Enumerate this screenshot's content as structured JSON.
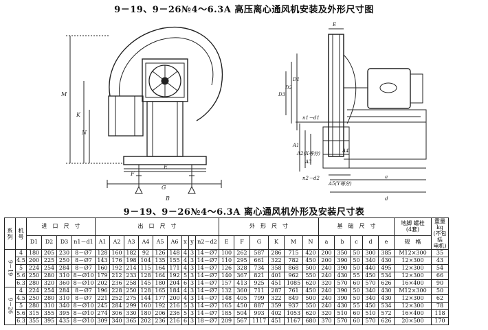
{
  "title_main": "9－19、9－26№4～6.3A 高压离心通风机安装及外形尺寸图",
  "title_table": "9－19、9－26№4～6.3A 离心通风机外形及安装尺寸表",
  "drawing_labels": {
    "front": [
      "M",
      "K",
      "N",
      "F",
      "E",
      "G",
      "B"
    ],
    "side": [
      "E",
      "D3",
      "D2",
      "D1",
      "n1－d1",
      "A1",
      "A2(X等分)",
      "A3",
      "n2－d2",
      "A5(Y等分)",
      "A4",
      "a",
      "d"
    ]
  },
  "table": {
    "head_series": [
      "系",
      "列"
    ],
    "head_no": [
      "机",
      "号"
    ],
    "group_inlet": "进　口　尺　寸",
    "group_outlet": "出　口　尺　寸",
    "group_outer": "外　形　尺　寸",
    "group_base": "基　础　尺　寸",
    "group_bolt": "地脚 螺栓",
    "group_bolt_sub": "(4套)",
    "group_weight": "重量 kg",
    "group_weight_sub": "(不包括",
    "group_weight_sub2": "电机)",
    "cols_inlet": [
      "D1",
      "D2",
      "D3",
      "n1－d1"
    ],
    "cols_outlet": [
      "A1",
      "A2",
      "A3",
      "A4",
      "A5",
      "A6",
      "x",
      "y",
      "n2－d2"
    ],
    "cols_outer": [
      "E",
      "F",
      "G",
      "K",
      "M",
      "N"
    ],
    "cols_base": [
      "a",
      "b",
      "c",
      "d",
      "e"
    ],
    "col_bolt": "规　格",
    "series": [
      {
        "name": "9－19",
        "rows": [
          [
            "4",
            "180",
            "205",
            "230",
            "8－Ø7",
            "128",
            "160",
            "182",
            "92",
            "126",
            "148",
            "4",
            "3",
            "14－Ø7",
            "100",
            "262",
            "587",
            "286",
            "715",
            "420",
            "200",
            "350",
            "50",
            "300",
            "385",
            "M12×300",
            "35"
          ],
          [
            "4.5",
            "200",
            "225",
            "250",
            "8－Ø7",
            "143",
            "176",
            "198",
            "104",
            "135",
            "155",
            "4",
            "3",
            "14－Ø7",
            "110",
            "295",
            "661",
            "322",
            "782",
            "450",
            "200",
            "390",
            "50",
            "340",
            "430",
            "12×300",
            "43"
          ],
          [
            "5",
            "224",
            "254",
            "284",
            "8－Ø7",
            "160",
            "192",
            "214",
            "115",
            "164",
            "171",
            "4",
            "3",
            "14－Ø7",
            "126",
            "328",
            "734",
            "358",
            "868",
            "500",
            "240",
            "390",
            "50",
            "440",
            "495",
            "12×300",
            "54"
          ],
          [
            "5.6",
            "250",
            "280",
            "310",
            "8－Ø10",
            "179",
            "212",
            "233",
            "128",
            "164",
            "192",
            "5",
            "3",
            "14－Ø7",
            "140",
            "367",
            "821",
            "401",
            "962",
            "550",
            "240",
            "430",
            "55",
            "450",
            "534",
            "12×300",
            "66"
          ],
          [
            "6.3",
            "280",
            "320",
            "360",
            "8－Ø10",
            "202",
            "236",
            "258",
            "145",
            "180",
            "204",
            "6",
            "3",
            "14－Ø7",
            "157",
            "413",
            "925",
            "451",
            "1085",
            "620",
            "320",
            "570",
            "60",
            "570",
            "626",
            "16×400",
            "90"
          ]
        ]
      },
      {
        "name": "9－26",
        "rows": [
          [
            "4",
            "224",
            "254",
            "284",
            "8－Ø7",
            "196",
            "228",
            "250",
            "128",
            "165",
            "184",
            "4",
            "3",
            "14－Ø7",
            "132",
            "360",
            "711",
            "287",
            "761",
            "450",
            "240",
            "390",
            "50",
            "340",
            "430",
            "M12×300",
            "50"
          ],
          [
            "4.5",
            "250",
            "280",
            "310",
            "8－Ø7",
            "221",
            "252",
            "275",
            "144",
            "177",
            "200",
            "4",
            "3",
            "14－Ø7",
            "148",
            "405",
            "799",
            "322",
            "849",
            "500",
            "240",
            "390",
            "50",
            "340",
            "430",
            "12×300",
            "62"
          ],
          [
            "5",
            "280",
            "310",
            "340",
            "8－Ø10",
            "245",
            "284",
            "299",
            "160",
            "192",
            "216",
            "5",
            "3",
            "14－Ø7",
            "165",
            "450",
            "887",
            "359",
            "937",
            "550",
            "240",
            "430",
            "55",
            "450",
            "534",
            "12×300",
            "78"
          ],
          [
            "5.6",
            "315",
            "355",
            "395",
            "8－Ø10",
            "274",
            "306",
            "330",
            "180",
            "206",
            "236",
            "5",
            "3",
            "14－Ø7",
            "185",
            "504",
            "993",
            "402",
            "1053",
            "620",
            "320",
            "510",
            "60",
            "510",
            "572",
            "16×400",
            "118"
          ],
          [
            "6.3",
            "355",
            "395",
            "435",
            "8－Ø10",
            "309",
            "340",
            "365",
            "202",
            "236",
            "216",
            "6",
            "3",
            "18－Ø7",
            "209",
            "567",
            "1117",
            "451",
            "1167",
            "680",
            "370",
            "570",
            "60",
            "570",
            "626",
            "20×500",
            "170"
          ]
        ]
      }
    ]
  }
}
